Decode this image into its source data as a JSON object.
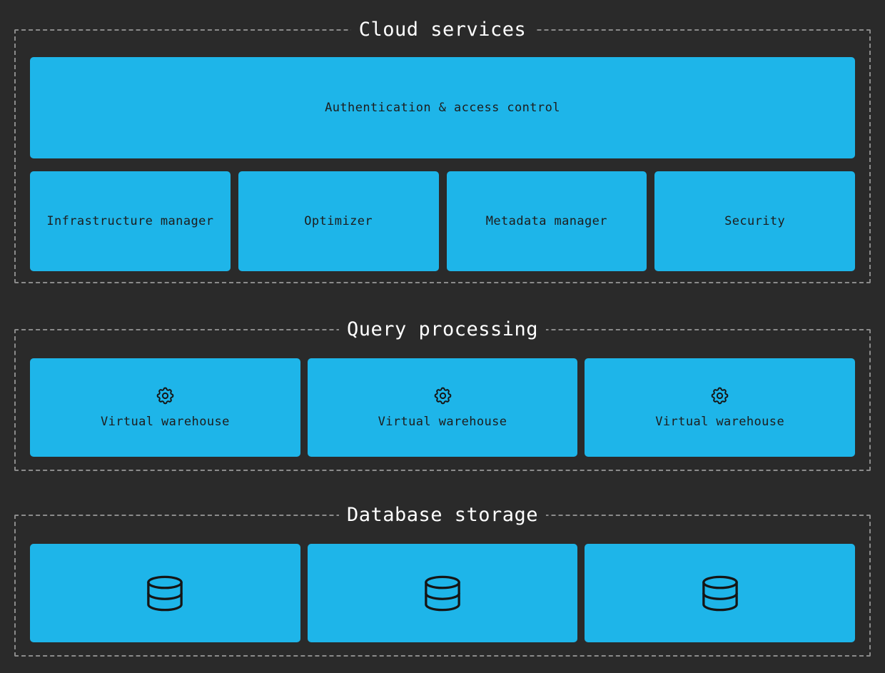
{
  "colors": {
    "background": "#2a2a2a",
    "box_fill": "#1eb5e9",
    "box_text": "#1d1d1d",
    "dashed_border": "#8b8b8b",
    "title_text": "#ffffff",
    "icon_stroke": "#151515"
  },
  "sections": {
    "cloud_services": {
      "title": "Cloud services",
      "banner": {
        "label": "Authentication & access control"
      },
      "boxes": [
        {
          "label": "Infrastructure manager"
        },
        {
          "label": "Optimizer"
        },
        {
          "label": "Metadata manager"
        },
        {
          "label": "Security"
        }
      ]
    },
    "query_processing": {
      "title": "Query processing",
      "warehouses": [
        {
          "icon": "gear-icon",
          "label": "Virtual warehouse"
        },
        {
          "icon": "gear-icon",
          "label": "Virtual warehouse"
        },
        {
          "icon": "gear-icon",
          "label": "Virtual warehouse"
        }
      ]
    },
    "database_storage": {
      "title": "Database storage",
      "databases": [
        {
          "icon": "database-icon"
        },
        {
          "icon": "database-icon"
        },
        {
          "icon": "database-icon"
        }
      ]
    }
  }
}
